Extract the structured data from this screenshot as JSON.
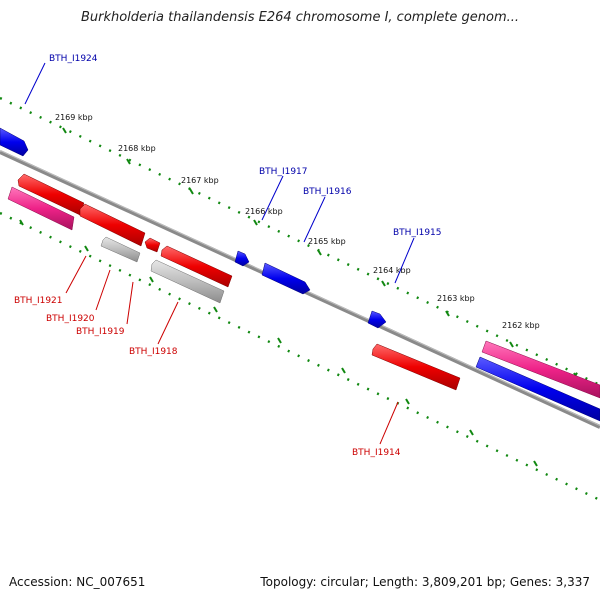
{
  "title": "Burkholderia thailandensis E264 chromosome I, complete genom...",
  "footer": {
    "accession": "Accession: NC_007651",
    "topology": "Topology: circular; Length: 3,809,201 bp; Genes: 3,337"
  },
  "ticks": [
    {
      "label": "2169 kbp",
      "kbp": 2169
    },
    {
      "label": "2168 kbp",
      "kbp": 2168
    },
    {
      "label": "2167 kbp",
      "kbp": 2167
    },
    {
      "label": "2166 kbp",
      "kbp": 2166
    },
    {
      "label": "2165 kbp",
      "kbp": 2165
    },
    {
      "label": "2164 kbp",
      "kbp": 2164
    },
    {
      "label": "2163 kbp",
      "kbp": 2163
    },
    {
      "label": "2162 kbp",
      "kbp": 2162
    }
  ],
  "genes_forward": [
    {
      "name": "BTH_I1924"
    },
    {
      "name": "BTH_I1917"
    },
    {
      "name": "BTH_I1916"
    },
    {
      "name": "BTH_I1915"
    }
  ],
  "genes_reverse": [
    {
      "name": "BTH_I1921"
    },
    {
      "name": "BTH_I1920"
    },
    {
      "name": "BTH_I1919"
    },
    {
      "name": "BTH_I1918"
    },
    {
      "name": "BTH_I1914"
    }
  ],
  "colors": {
    "forward_cds": "#0000ee",
    "reverse_cds": "#ee0000",
    "pseudo_or_rna": "#bbbbbb",
    "magenta_feature": "#ee2288",
    "backbone": "#808080",
    "tick_marks": "#118811"
  }
}
